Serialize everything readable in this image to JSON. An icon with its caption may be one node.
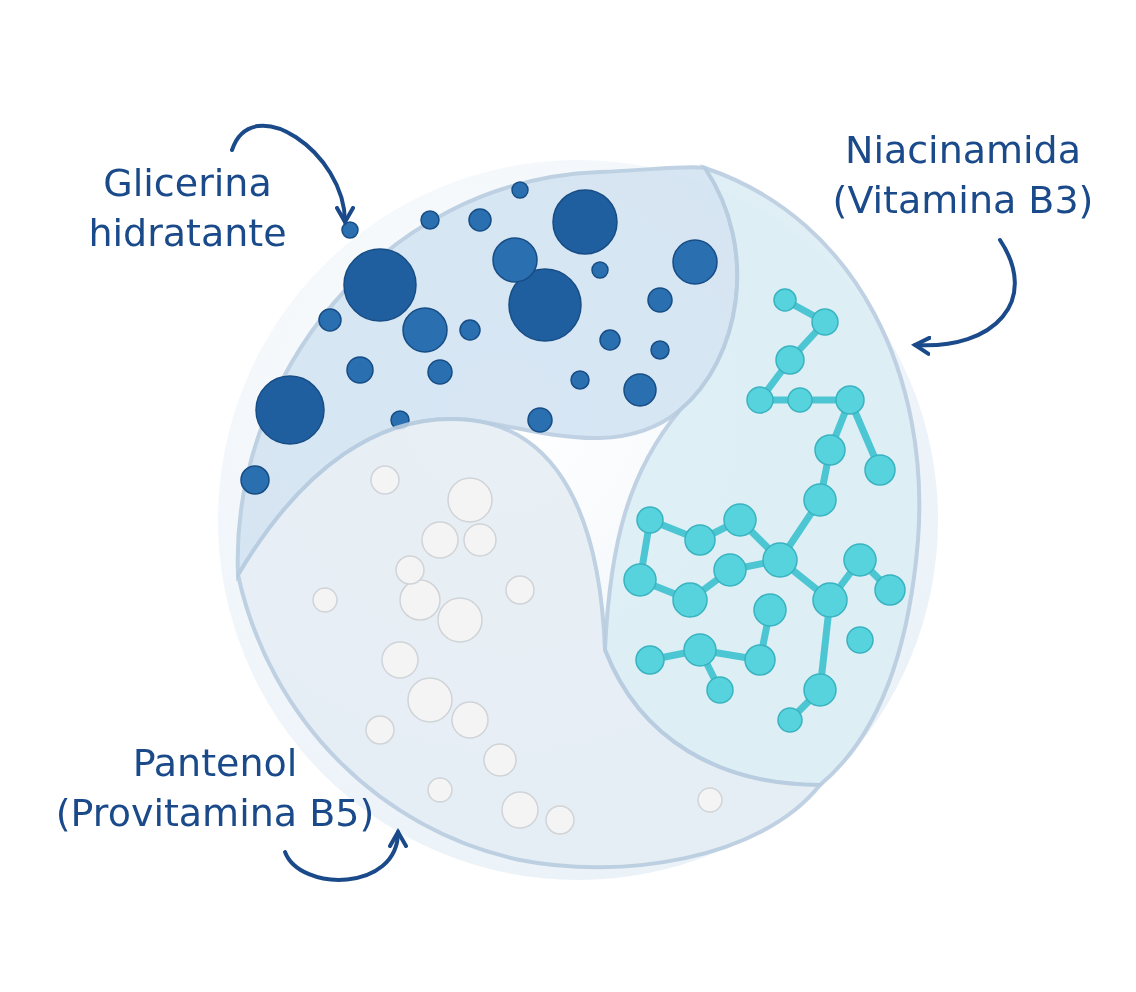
{
  "diagram": {
    "nodes": [
      {
        "text": [
          "Glicerina hidratante"
        ]
      },
      {
        "text": [
          "Niacinamida (Vitamina B3)"
        ]
      },
      {
        "text": [],
        "shape": "picture"
      },
      {
        "text": [],
        "shape": "picture"
      },
      {
        "text": [],
        "shape": "picture"
      },
      {
        "text": [
          "Pantenol (Provitamina B5)"
        ]
      }
    ],
    "edges": [
      {
        "from": 0,
        "to": 2,
        "arrow": "to"
      },
      {
        "from": 1,
        "to": 3,
        "arrow": "to"
      },
      {
        "from": 5,
        "to": 4,
        "arrow": "to"
      }
    ]
  }
}
